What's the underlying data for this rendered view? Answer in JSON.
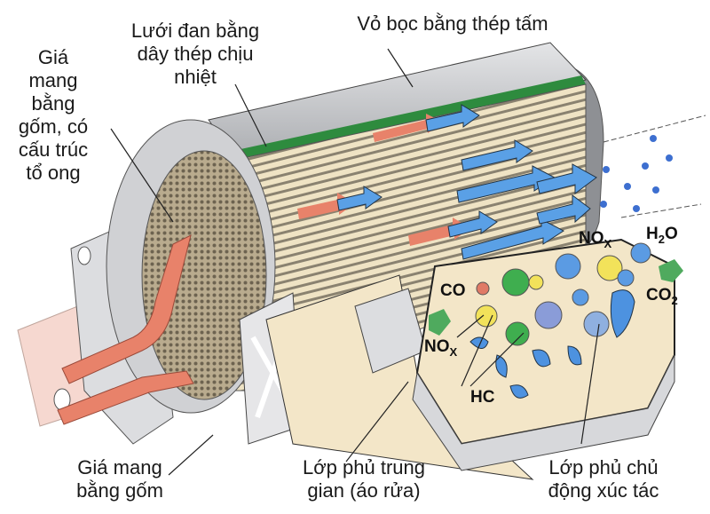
{
  "diagram": {
    "subject": "Catalytic converter cutaway",
    "colors": {
      "shell": "#c9cacd",
      "shell_dark": "#8e9094",
      "mesh_green": "#2e8b3e",
      "substrate": "#efe3c4",
      "substrate_lines": "#8a8270",
      "washcoat": "#f3e6c8",
      "exhaust_in": "#e8826a",
      "exhaust_out": "#5aa0e6",
      "inlet_pipe": "#f6d8d0",
      "molecule_yellow": "#f2e25a",
      "molecule_green": "#3fae4f",
      "molecule_blue": "#5b9be3",
      "molecule_red": "#e07a66",
      "co2_marker": "#4faa5e"
    },
    "labels": {
      "ceramic_honeycomb": "Giá\nmang\nbằng\ngốm, có\ncấu trúc\ntổ ong",
      "steel_mesh": "Lưới đan bằng\ndây thép chịu\nnhiệt",
      "steel_shell": "Vỏ bọc bằng thép tấm",
      "ceramic_support": "Giá mang\nbằng gốm",
      "washcoat_layer": "Lớp phủ trung\ngian (áo rửa)",
      "active_catalyst_layer": "Lớp phủ chủ\nđộng xúc tác"
    },
    "chemicals": {
      "co": "CO",
      "nox_left": {
        "base": "NO",
        "sub": "X"
      },
      "hc": "HC",
      "nox_right": {
        "base": "NO",
        "sub": "X"
      },
      "h2o": {
        "pre": "H",
        "sub": "2",
        "post": "O"
      },
      "co2": {
        "pre": "CO",
        "sub": "2"
      }
    }
  }
}
